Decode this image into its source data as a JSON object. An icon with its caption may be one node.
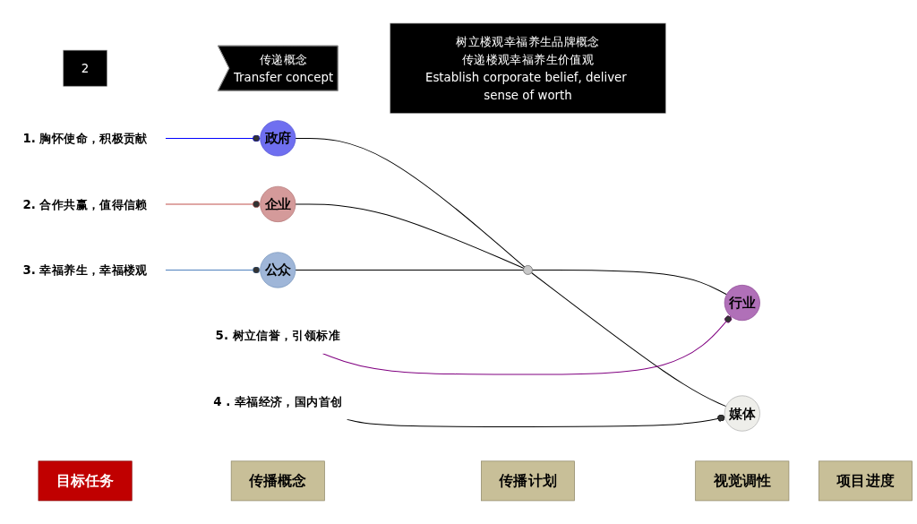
{
  "diagram": {
    "nodes": [
      {
        "text": [
          "2"
        ]
      },
      {
        "text": [
          "传递概念",
          "Transfer concept"
        ]
      },
      {
        "text": [
          "树立楼观幸福养生品牌概念",
          "传递楼观幸福养生价值观",
          "Establish corporate belief, deliver sense of worth"
        ]
      },
      {
        "text": [
          "1. 胸怀使命，积极贡献"
        ]
      },
      {
        "text": [
          "政府"
        ]
      },
      {
        "text": [
          "2. 合作共赢，值得信赖"
        ]
      },
      {
        "text": [
          "企业"
        ]
      },
      {
        "text": [
          "3. 幸福养生，幸福楼观"
        ]
      },
      {
        "text": [
          "公众"
        ]
      },
      {
        "text": [],
        "shape": "circle"
      },
      {
        "text": [
          "行业"
        ]
      },
      {
        "text": [
          "5. 树立信誉，引领标准"
        ]
      },
      {
        "text": [
          "媒体"
        ]
      },
      {
        "text": [
          "4 . 幸福经济，国内首创"
        ]
      },
      {
        "text": [
          "目标任务"
        ]
      },
      {
        "text": [
          "传播概念"
        ]
      },
      {
        "text": [
          "传播计划"
        ]
      },
      {
        "text": [
          "视觉调性"
        ]
      },
      {
        "text": [
          "项目进度"
        ]
      }
    ],
    "edges": [
      {
        "from": 3,
        "to": 4,
        "arrow": "other",
        "color": "#0000ff"
      },
      {
        "from": 5,
        "to": 6,
        "arrow": "other",
        "color": "#c0504d"
      },
      {
        "from": 7,
        "to": 8,
        "arrow": "other",
        "color": "#4f81bd"
      },
      {
        "from": 4,
        "to": 9,
        "arrow": "none"
      },
      {
        "from": 6,
        "to": 9,
        "arrow": "none"
      },
      {
        "from": 8,
        "to": 9,
        "arrow": "none"
      },
      {
        "from": 9,
        "to": 10,
        "arrow": "none"
      },
      {
        "from": 9,
        "to": 12,
        "arrow": "none"
      },
      {
        "from": 11,
        "to": 10,
        "arrow": "other",
        "color": "#800080"
      },
      {
        "from": 13,
        "to": 12,
        "arrow": "other",
        "color": "#000000"
      }
    ]
  }
}
